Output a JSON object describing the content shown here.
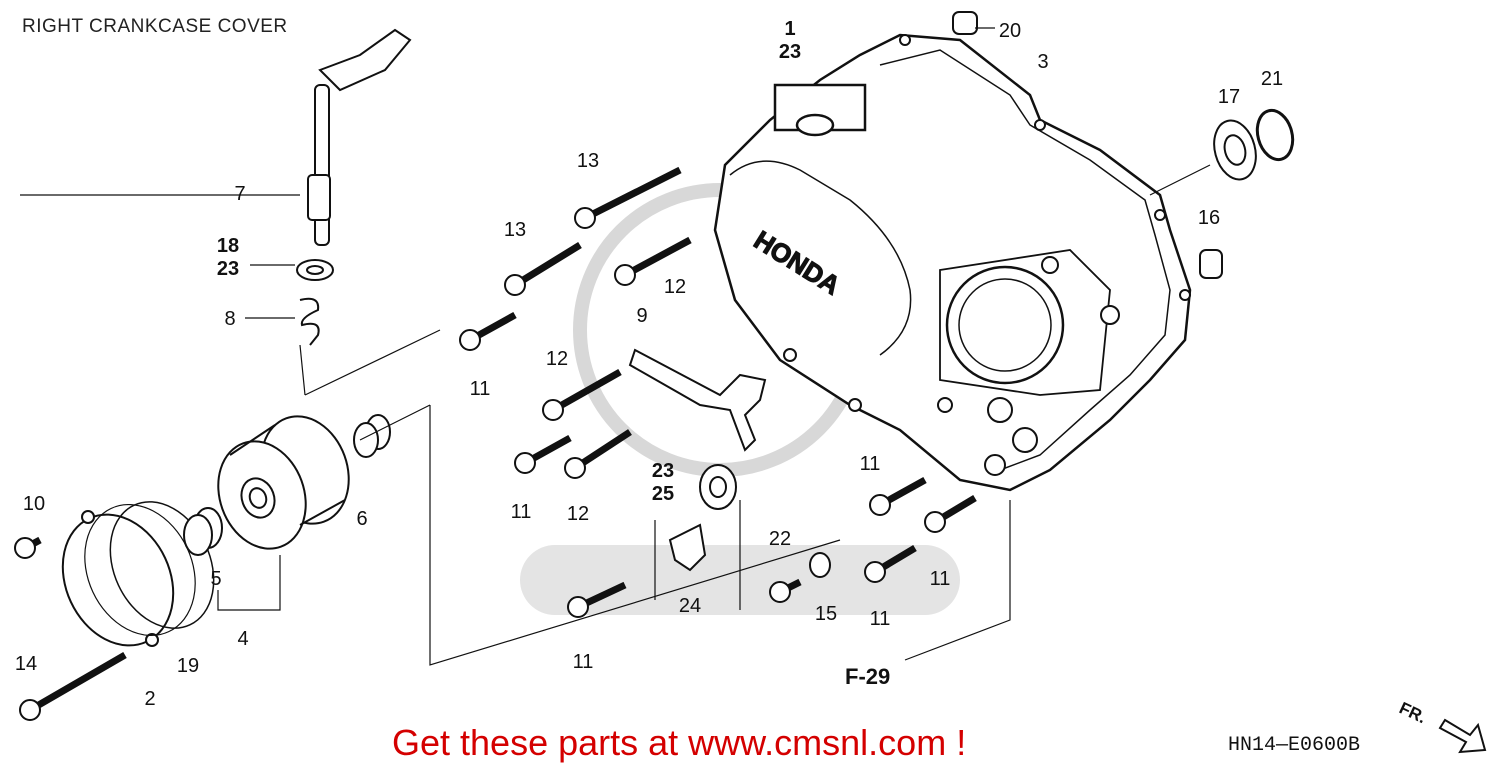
{
  "title": "RIGHT CRANKCASE COVER",
  "promo": "Get these parts at www.cmsnl.com !",
  "diagram_code": "HN14—E0600B",
  "ref_label": "F-29",
  "direction_label": "FR.",
  "case_logo": "HONDA",
  "callouts": [
    {
      "id": "c-1-23",
      "lines": [
        "1",
        "23"
      ]
    },
    {
      "id": "c-20",
      "lines": [
        "20"
      ]
    },
    {
      "id": "c-3",
      "lines": [
        "3"
      ]
    },
    {
      "id": "c-17",
      "lines": [
        "17"
      ]
    },
    {
      "id": "c-21",
      "lines": [
        "21"
      ]
    },
    {
      "id": "c-16",
      "lines": [
        "16"
      ]
    },
    {
      "id": "c-7",
      "lines": [
        "7"
      ]
    },
    {
      "id": "c-18-23",
      "lines": [
        "18",
        "23"
      ]
    },
    {
      "id": "c-8",
      "lines": [
        "8"
      ]
    },
    {
      "id": "c-13a",
      "lines": [
        "13"
      ]
    },
    {
      "id": "c-13b",
      "lines": [
        "13"
      ]
    },
    {
      "id": "c-12a",
      "lines": [
        "12"
      ]
    },
    {
      "id": "c-11a",
      "lines": [
        "11"
      ]
    },
    {
      "id": "c-9",
      "lines": [
        "9"
      ]
    },
    {
      "id": "c-12b",
      "lines": [
        "12"
      ]
    },
    {
      "id": "c-11b",
      "lines": [
        "11"
      ]
    },
    {
      "id": "c-12c",
      "lines": [
        "12"
      ]
    },
    {
      "id": "c-23-25",
      "lines": [
        "23",
        "25"
      ]
    },
    {
      "id": "c-11c",
      "lines": [
        "11"
      ]
    },
    {
      "id": "c-10",
      "lines": [
        "10"
      ]
    },
    {
      "id": "c-6",
      "lines": [
        "6"
      ]
    },
    {
      "id": "c-5",
      "lines": [
        "5"
      ]
    },
    {
      "id": "c-4",
      "lines": [
        "4"
      ]
    },
    {
      "id": "c-19",
      "lines": [
        "19"
      ]
    },
    {
      "id": "c-2",
      "lines": [
        "2"
      ]
    },
    {
      "id": "c-14",
      "lines": [
        "14"
      ]
    },
    {
      "id": "c-22",
      "lines": [
        "22"
      ]
    },
    {
      "id": "c-24",
      "lines": [
        "24"
      ]
    },
    {
      "id": "c-15",
      "lines": [
        "15"
      ]
    },
    {
      "id": "c-11d",
      "lines": [
        "11"
      ]
    },
    {
      "id": "c-11e",
      "lines": [
        "11"
      ]
    },
    {
      "id": "c-11f",
      "lines": [
        "11"
      ]
    }
  ],
  "colors": {
    "promo": "#d40000",
    "line": "#111111",
    "watermark": "#d8d8d8"
  }
}
